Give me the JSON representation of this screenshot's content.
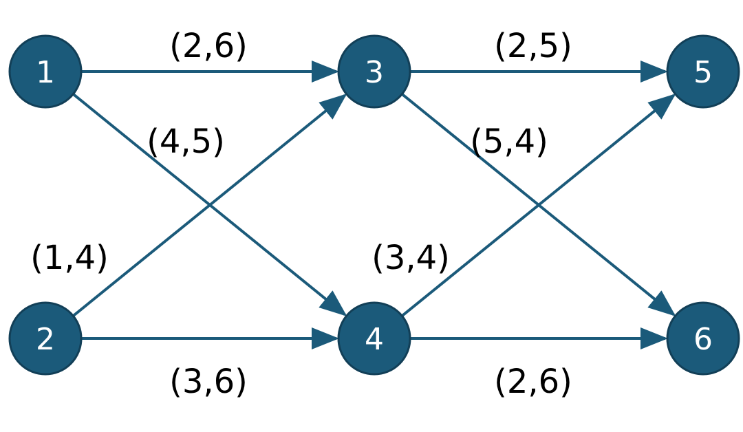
{
  "colors": {
    "node_fill": "#1b5a7a",
    "node_stroke": "#123f57",
    "edge": "#1b5a7a",
    "node_text": "#ffffff",
    "label_text": "#000000"
  },
  "nodes": [
    {
      "id": "1",
      "label": "1"
    },
    {
      "id": "2",
      "label": "2"
    },
    {
      "id": "3",
      "label": "3"
    },
    {
      "id": "4",
      "label": "4"
    },
    {
      "id": "5",
      "label": "5"
    },
    {
      "id": "6",
      "label": "6"
    }
  ],
  "edges": [
    {
      "from": "1",
      "to": "3",
      "label": "(2,6)"
    },
    {
      "from": "1",
      "to": "4",
      "label": "(4,5)"
    },
    {
      "from": "2",
      "to": "3",
      "label": "(1,4)"
    },
    {
      "from": "2",
      "to": "4",
      "label": "(3,6)"
    },
    {
      "from": "3",
      "to": "5",
      "label": "(2,5)"
    },
    {
      "from": "3",
      "to": "6",
      "label": "(5,4)"
    },
    {
      "from": "4",
      "to": "5",
      "label": "(3,4)"
    },
    {
      "from": "4",
      "to": "6",
      "label": "(2,6)"
    }
  ]
}
